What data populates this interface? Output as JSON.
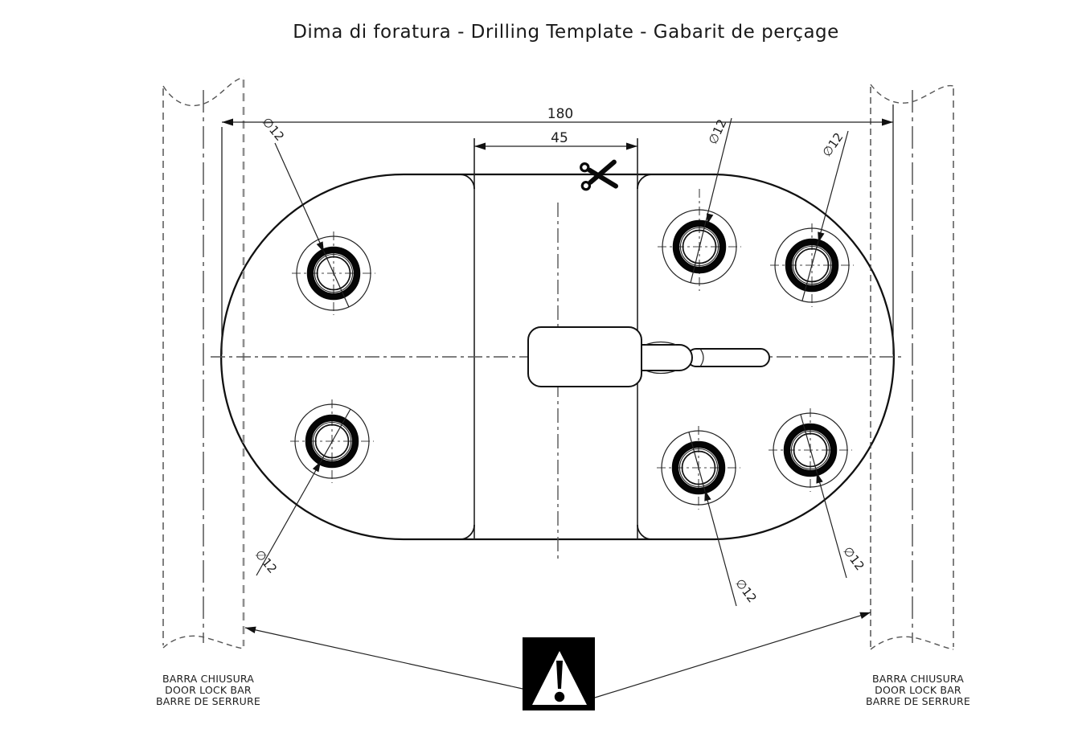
{
  "title": "Dima di foratura - Drilling Template - Gabarit de perçage",
  "dimensions": {
    "overall_width": "180",
    "center_width": "45"
  },
  "holes": [
    {
      "id": "top-left",
      "label": "∅12"
    },
    {
      "id": "top-right-inner",
      "label": "∅12"
    },
    {
      "id": "top-right-outer",
      "label": "∅12"
    },
    {
      "id": "bottom-left",
      "label": "∅12"
    },
    {
      "id": "bottom-right-inner",
      "label": "∅12"
    },
    {
      "id": "bottom-right-outer",
      "label": "∅12"
    }
  ],
  "side_labels": {
    "left": {
      "line1": "BARRA CHIUSURA",
      "line2": "DOOR LOCK BAR",
      "line3": "BARRE DE SERRURE"
    },
    "right": {
      "line1": "BARRA CHIUSURA",
      "line2": "DOOR LOCK BAR",
      "line3": "BARRE DE SERRURE"
    }
  },
  "icons": {
    "scissors": "scissors-icon",
    "warning": "warning-triangle-icon"
  },
  "colors": {
    "line": "#1a1a1a",
    "centerline": "#555555",
    "bar_dashed": "#8f8f8f",
    "warning_bg": "#000000",
    "background": "#ffffff"
  }
}
